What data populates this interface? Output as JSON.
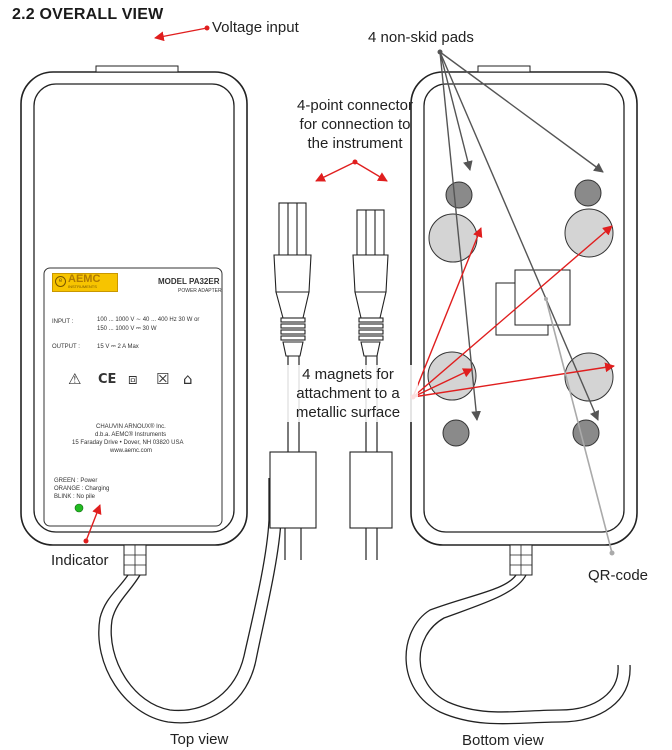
{
  "heading": "2.2 OVERALL VIEW",
  "callouts": {
    "voltage_input": "Voltage input",
    "non_skid_pads": "4 non-skid pads",
    "connector": [
      "4-point connector",
      "for connection to",
      "the instrument"
    ],
    "magnets": [
      "4 magnets for",
      "attachment to a",
      "metallic surface"
    ],
    "indicator": "Indicator",
    "qr_code": "QR-code",
    "top_view": "Top view",
    "bottom_view": "Bottom view"
  },
  "device_label": {
    "brand": "AEMC",
    "brand_sub": "INSTRUMENTS",
    "model": "MODEL PA32ER",
    "model_sub": "POWER ADAPTER",
    "input_label": "INPUT :",
    "input_line1": "100 ... 1000 V ∼  40 ... 400 Hz 30 W or",
    "input_line2": "150 ... 1000 V ⎓  30 W",
    "output_label": "OUTPUT :",
    "output_line": "15 V ⎓  2 A Max",
    "company1": "CHAUVIN ARNOUX® Inc.",
    "company2": "d.b.a. AEMC® Instruments",
    "company3": "15 Faraday Drive • Dover, NH 03820 USA",
    "website": "www.aemc.com",
    "led_green": "GREEN : Power",
    "led_orange": "ORANGE : Charging",
    "led_blink": "BLINK : No pile",
    "symbol_warning": "⚠",
    "symbol_ce": "CE",
    "symbol_double_insulation": "⧈",
    "symbol_weee": "☒",
    "symbol_indoor": "⌂"
  },
  "colors": {
    "arrow_red": "#e01e1e",
    "arrow_gray": "#555555",
    "arrow_light": "#aaaaaa",
    "led_green": "#22bb22",
    "magnet_fill": "#d4d4d4",
    "pad_fill": "#8a8a8a",
    "brand_yellow": "#f7c400"
  }
}
